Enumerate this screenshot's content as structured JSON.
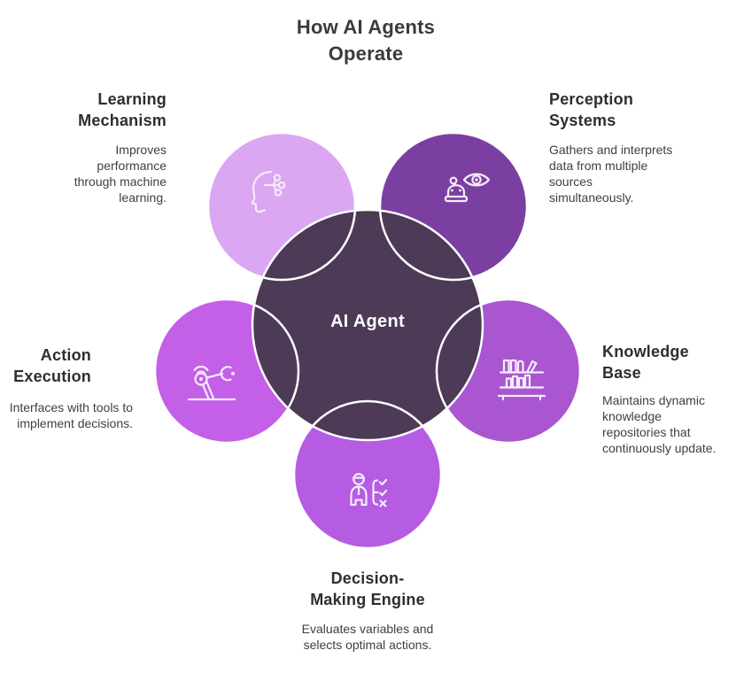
{
  "title": "How AI Agents Operate",
  "center": {
    "label": "AI Agent",
    "color": "#4c3a57"
  },
  "nodes": [
    {
      "id": "learning-mechanism",
      "label": "Learning Mechanism",
      "description": "Improves performance through machine learning.",
      "color": "#dba6f2",
      "icon": "brain-circuit-icon"
    },
    {
      "id": "perception-systems",
      "label": "Perception Systems",
      "description": "Gathers and interprets data from multiple sources simultaneously.",
      "color": "#7b3fa2",
      "icon": "eye-robot-icon"
    },
    {
      "id": "knowledge-base",
      "label": "Knowledge Base",
      "description": "Maintains dynamic knowledge repositories that continuously update.",
      "color": "#a956d0",
      "icon": "bookshelf-icon"
    },
    {
      "id": "decision-making-engine",
      "label": "Decision-Making Engine",
      "description": "Evaluates variables and selects optimal actions.",
      "color": "#b55ce2",
      "icon": "person-checklist-icon"
    },
    {
      "id": "action-execution",
      "label": "Action Execution",
      "description": "Interfaces with tools to implement decisions.",
      "color": "#c45fe8",
      "icon": "robot-arm-icon"
    }
  ],
  "colors": {
    "background": "#ffffff",
    "circle_outline": "#ffffff",
    "icon_stroke": "#f4ecf9",
    "title_text": "#3b3b3b",
    "heading_text": "#2e2e2e",
    "body_text": "#3f3f3f",
    "center_label_text": "#ffffff"
  }
}
